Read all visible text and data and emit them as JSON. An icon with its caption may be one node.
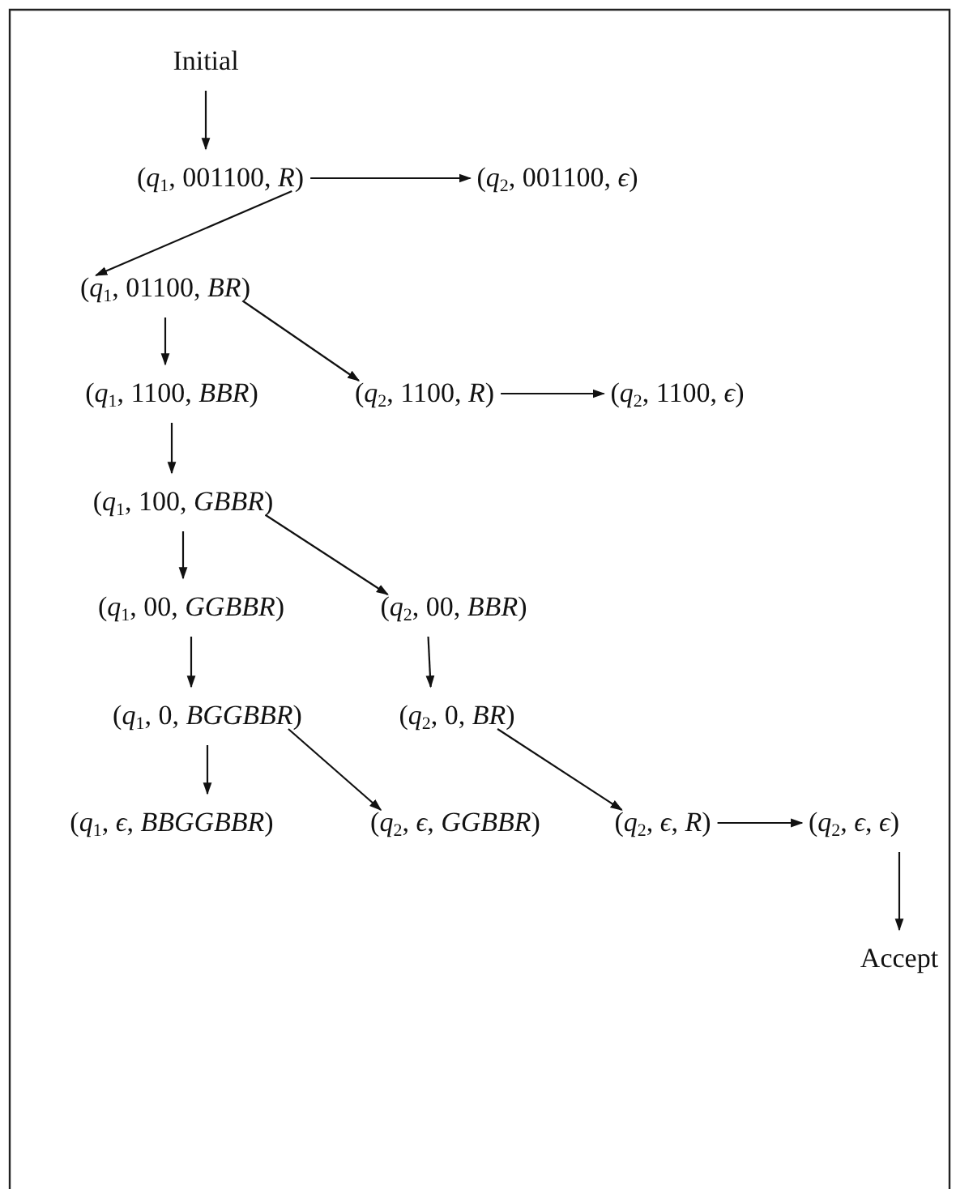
{
  "diagram": {
    "nodes": [
      {
        "text": [
          "Initial"
        ]
      },
      {
        "text": [
          "(*q*$_{1}$, 001100, *R*)"
        ]
      },
      {
        "text": [
          "(*q*$_{2}$, 001100, *ϵ*)"
        ]
      },
      {
        "text": [
          "(*q*$_{1}$, 01100, *BR*)"
        ]
      },
      {
        "text": [
          "(*q*$_{1}$, 1100, *BBR*)"
        ]
      },
      {
        "text": [
          "(*q*$_{2}$, 1100, *R*)"
        ]
      },
      {
        "text": [
          "(*q*$_{2}$, 1100, *ϵ*)"
        ]
      },
      {
        "text": [
          "(*q*$_{1}$, 100, *GBBR*)"
        ]
      },
      {
        "text": [
          "(*q*$_{1}$, 00, *GGBBR*)"
        ]
      },
      {
        "text": [
          "(*q*$_{2}$, 00, *BBR*)"
        ]
      },
      {
        "text": [
          "(*q*$_{1}$, 0, *BGGBBR*)"
        ]
      },
      {
        "text": [
          "(*q*$_{2}$, 0, *BR*)"
        ]
      },
      {
        "text": [
          "(*q*$_{1}$, *ϵ*, *BBGGBBR*)"
        ]
      },
      {
        "text": [
          "(*q*$_{2}$, *ϵ*, *GGBBR*)"
        ]
      },
      {
        "text": [
          "(*q*$_{2}$, *ϵ*, *R*)"
        ]
      },
      {
        "text": [
          "(*q*$_{2}$, *ϵ*, *ϵ*)"
        ]
      },
      {
        "text": [
          "Accept"
        ]
      }
    ],
    "edges": [
      {
        "from": 0,
        "to": 1,
        "arrow": "to"
      },
      {
        "from": 1,
        "to": 2,
        "arrow": "to"
      },
      {
        "from": 1,
        "to": 3,
        "arrow": "to"
      },
      {
        "from": 3,
        "to": 4,
        "arrow": "to"
      },
      {
        "from": 3,
        "to": 5,
        "arrow": "to"
      },
      {
        "from": 5,
        "to": 6,
        "arrow": "to"
      },
      {
        "from": 4,
        "to": 7,
        "arrow": "to"
      },
      {
        "from": 7,
        "to": 8,
        "arrow": "to"
      },
      {
        "from": 7,
        "to": 9,
        "arrow": "to"
      },
      {
        "from": 9,
        "to": 11,
        "arrow": "to"
      },
      {
        "from": 8,
        "to": 10,
        "arrow": "to"
      },
      {
        "from": 10,
        "to": 12,
        "arrow": "to"
      },
      {
        "from": 10,
        "to": 13,
        "arrow": "to"
      },
      {
        "from": 11,
        "to": 14,
        "arrow": "to"
      },
      {
        "from": 14,
        "to": 15,
        "arrow": "to"
      },
      {
        "from": 15,
        "to": 16,
        "arrow": "to"
      }
    ]
  }
}
